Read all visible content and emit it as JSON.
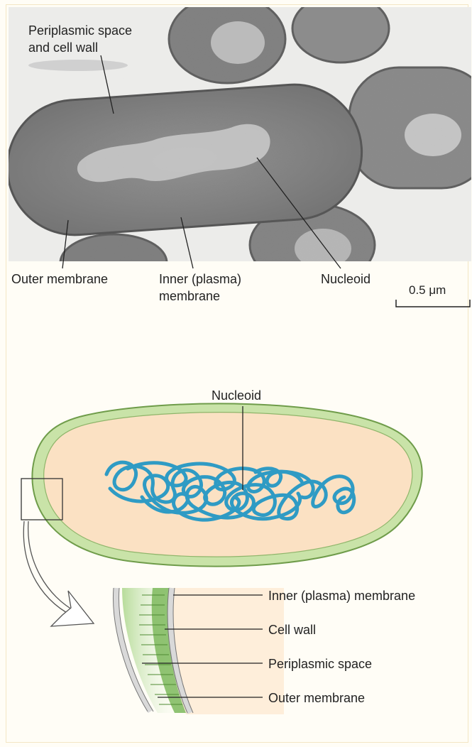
{
  "micrograph": {
    "labels": {
      "periplasmic_line1": "Periplasmic space",
      "periplasmic_line2": "and cell wall",
      "outer_membrane": "Outer membrane",
      "inner_membrane_line1": "Inner (plasma)",
      "inner_membrane_line2": "membrane",
      "nucleoid": "Nucleoid",
      "scale_bar": "0.5 μm"
    }
  },
  "diagram": {
    "labels": {
      "nucleoid": "Nucleoid",
      "inner_membrane": "Inner (plasma) membrane",
      "cell_wall": "Cell wall",
      "periplasmic_space": "Periplasmic space",
      "outer_membrane": "Outer membrane"
    },
    "colors": {
      "outer_envelope": "#c9e3a8",
      "envelope_border": "#6f9c4a",
      "cytoplasm": "#fbe1c3",
      "nucleoid_strand": "#2f9bc4",
      "cell_wall_green": "#7db85c",
      "membrane_gray": "#d9d9d9"
    }
  }
}
